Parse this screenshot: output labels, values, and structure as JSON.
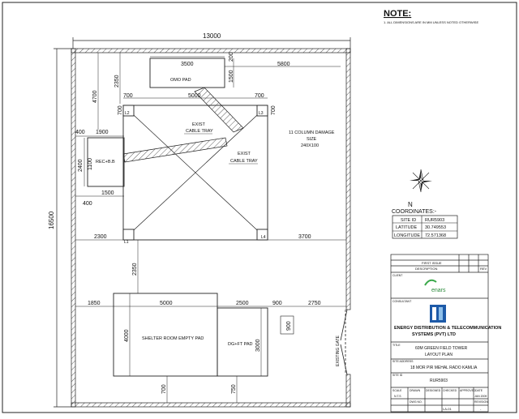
{
  "note": {
    "title": "NOTE:",
    "line1": "1. ALL DIMENSIONS ARE IN MM UNLESS NOTED OTHERWISE"
  },
  "dimensions": {
    "overall_width": "13000",
    "overall_height": "16500",
    "d_200": "200",
    "d_3500": "3500",
    "d_1500_omo": "1500",
    "d_5800": "5800",
    "d_2350_top": "2350",
    "d_4700": "4700",
    "d_700_a": "700",
    "d_700_b": "700",
    "d_5000_top": "5000",
    "d_700_c": "700",
    "d_700_d": "700",
    "d_400_a": "400",
    "d_1900": "1900",
    "d_2400": "2400",
    "d_1100": "1100",
    "d_1500_rec": "1500",
    "d_400_b": "400",
    "d_2300": "2300",
    "d_3700": "3700",
    "d_2350_mid": "2350",
    "d_1850": "1850",
    "d_5000_shelter": "5000",
    "d_2500": "2500",
    "d_900_a": "900",
    "d_2750": "2750",
    "d_900_b": "900",
    "d_4000": "4000",
    "d_3000": "3000",
    "d_700_bottom": "700",
    "d_750": "750"
  },
  "labels": {
    "omo_pad": "OMO PAD",
    "rec_bb": "REC+B.B",
    "exist_1": "EXIST",
    "cable_tray_1": "CABLE TRAY",
    "exist_2": "EXIST",
    "cable_tray_2": "CABLE TRAY",
    "column_damage_1": "11 COLUMN DAMAGE",
    "column_damage_2": "SIZE",
    "column_damage_3": "240X100",
    "l1": "L1",
    "l2": "L2",
    "l3": "L3",
    "l4": "L4",
    "shelter_pad": "SHELTER ROOM EMPTY PAD",
    "dg_pad": "DG+FT PAD",
    "existing_gate": "EXISTING GATE",
    "north": "N"
  },
  "coordinates": {
    "heading": "COORDINATES:-",
    "rows": [
      {
        "key": "SITE ID",
        "value": "RUR5903"
      },
      {
        "key": "LATITUDE",
        "value": "30.749553"
      },
      {
        "key": "LONGITUDE",
        "value": "72.571368"
      }
    ]
  },
  "title_block": {
    "rev_header": "FIRST ISSUE",
    "description": "DESCRIPTION",
    "col_rev": "REV",
    "client": "CLIENT",
    "client_logo": "enars",
    "consultant": "CONSULTANT",
    "company_line1": "ENERGY DISTRIBUTION & TELECOMMUNICATION",
    "company_line2": "SYSTEMS (PVT) LTD",
    "title_label": "TITLE",
    "title_line1": "60M GREEN FIELD  TOWER",
    "title_line2": "LAYOUT PLAN",
    "site_address_label": "SITE ADDRESS",
    "site_address": "18 MOR PIR MEHAL RADO KAMLIA",
    "site_id_label": "SITE ID",
    "site_id": "RUR5903",
    "scale_label": "SCALE",
    "scale": "N.T.S",
    "drawn": "DRAWN",
    "designed": "DESIGNED",
    "checked": "CHECKED",
    "approved": "APPROVED",
    "date_label": "DATE",
    "date": "JAN 2009",
    "dwg_no_label": "DWG NO.",
    "dwg_no": "LA-01",
    "revision_label": "REVISION",
    "revision": "-"
  }
}
